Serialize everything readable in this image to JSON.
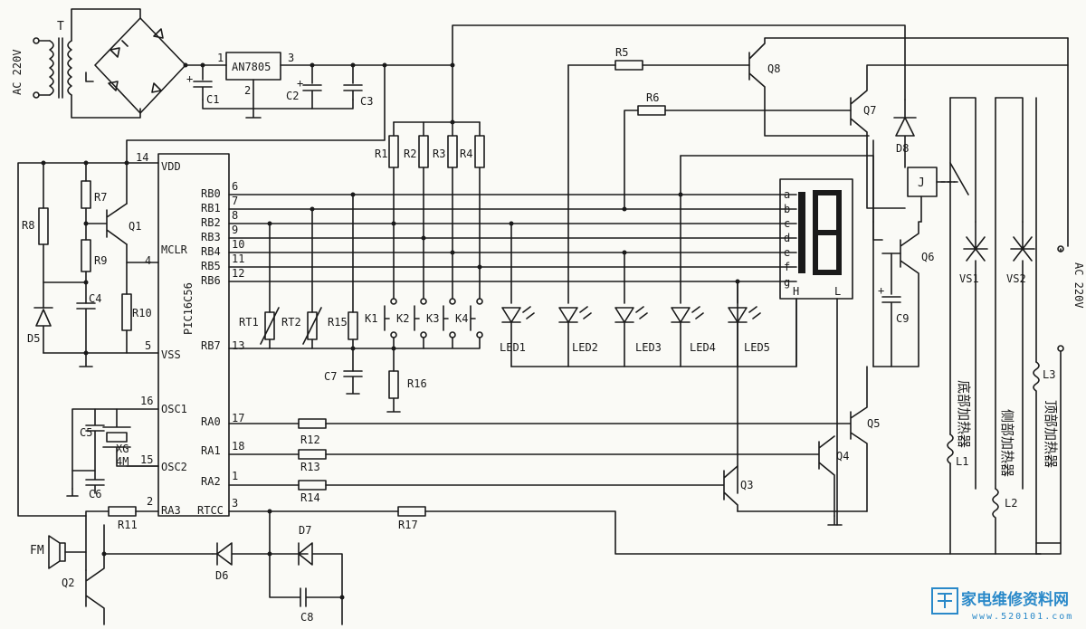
{
  "labels": {
    "ac_in": "AC 220V",
    "ac_out": "AC 220V",
    "transformer": "T",
    "regulator": "AN7805",
    "reg_pin1": "1",
    "reg_pin2": "2",
    "reg_pin3": "3",
    "mcu": "PIC16C56",
    "vdd": "VDD",
    "mclr": "MCLR",
    "vss": "VSS",
    "osc1": "OSC1",
    "osc2": "OSC2",
    "rb0": "RB0",
    "rb1": "RB1",
    "rb2": "RB2",
    "rb3": "RB3",
    "rb4": "RB4",
    "rb5": "RB5",
    "rb6": "RB6",
    "rb7": "RB7",
    "ra0": "RA0",
    "ra1": "RA1",
    "ra2": "RA2",
    "ra3": "RA3",
    "rtcc": "RTCC",
    "p14": "14",
    "p4": "4",
    "p5": "5",
    "p16": "16",
    "p15": "15",
    "p2": "2",
    "p6": "6",
    "p7": "7",
    "p8": "8",
    "p9": "9",
    "p10": "10",
    "p11": "11",
    "p12": "12",
    "p13": "13",
    "p17": "17",
    "p18": "18",
    "p1": "1",
    "p3": "3",
    "c1": "C1",
    "c2": "C2",
    "c3": "C3",
    "c4": "C4",
    "c5": "C5",
    "c6": "C6",
    "c7": "C7",
    "c8": "C8",
    "c9": "C9",
    "r1": "R1",
    "r2": "R2",
    "r3": "R3",
    "r4": "R4",
    "r5": "R5",
    "r6": "R6",
    "r7": "R7",
    "r8": "R8",
    "r9": "R9",
    "r10": "R10",
    "r11": "R11",
    "r12": "R12",
    "r13": "R13",
    "r14": "R14",
    "r15": "R15",
    "r16": "R16",
    "r17": "R17",
    "rt1": "RT1",
    "rt2": "RT2",
    "k1": "K1",
    "k2": "K2",
    "k3": "K3",
    "k4": "K4",
    "q1": "Q1",
    "q2": "Q2",
    "q3": "Q3",
    "q4": "Q4",
    "q5": "Q5",
    "q6": "Q6",
    "q7": "Q7",
    "q8": "Q8",
    "d5": "D5",
    "d6": "D6",
    "d7": "D7",
    "d8": "D8",
    "led1": "LED1",
    "led2": "LED2",
    "led3": "LED3",
    "led4": "LED4",
    "led5": "LED5",
    "xtal": "XG",
    "xtal_val": "4M",
    "fm": "FM",
    "relay": "J",
    "vs1": "VS1",
    "vs2": "VS2",
    "l1": "L1",
    "l2": "L2",
    "l3": "L3",
    "seg_a": "a",
    "seg_b": "b",
    "seg_c": "c",
    "seg_d": "d",
    "seg_e": "e",
    "seg_f": "f",
    "seg_g": "g",
    "seg_h": "H",
    "seg_l": "L",
    "heater_bottom": "底部加热器",
    "heater_side": "侧部加热器",
    "heater_top": "顶部加热器",
    "watermark": "家电维修资料网",
    "watermark_url": "www.520101.com"
  }
}
